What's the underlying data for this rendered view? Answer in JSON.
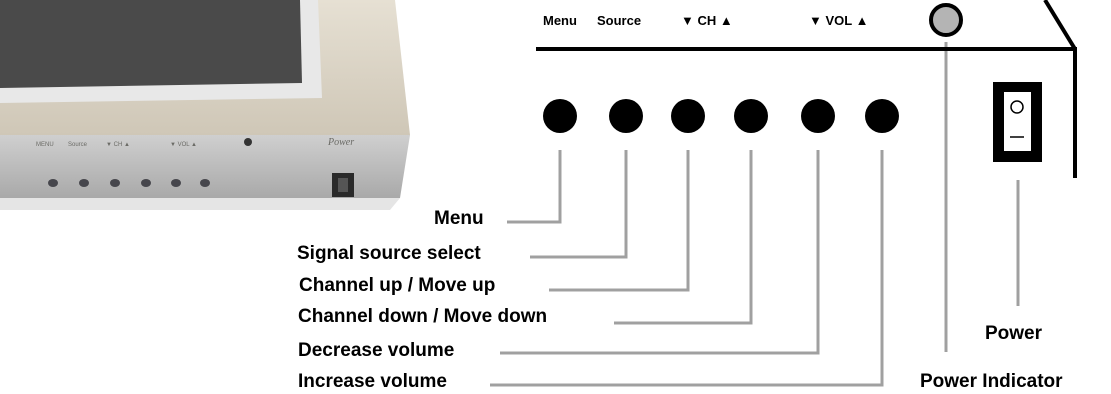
{
  "photo": {
    "menu": "MENU",
    "source": "Source",
    "ch": "▼ CH ▲",
    "vol": "▼ VOL ▲",
    "power": "Power"
  },
  "panel": {
    "menu": "Menu",
    "source": "Source",
    "ch": "▼ CH ▲",
    "vol": "▼ VOL ▲"
  },
  "callouts": {
    "menu": "Menu",
    "signal_source": "Signal source select",
    "channel_up": "Channel up / Move up",
    "channel_down": "Channel down / Move down",
    "decrease_volume": "Decrease volume",
    "increase_volume": "Increase volume",
    "power": "Power",
    "power_indicator": "Power Indicator"
  },
  "colors": {
    "leader_line": "#a0a0a0",
    "button": "#000000",
    "indicator": "#b4b4b4",
    "photo_body": "#d9d2c3",
    "photo_front": "#b9b9b9"
  }
}
